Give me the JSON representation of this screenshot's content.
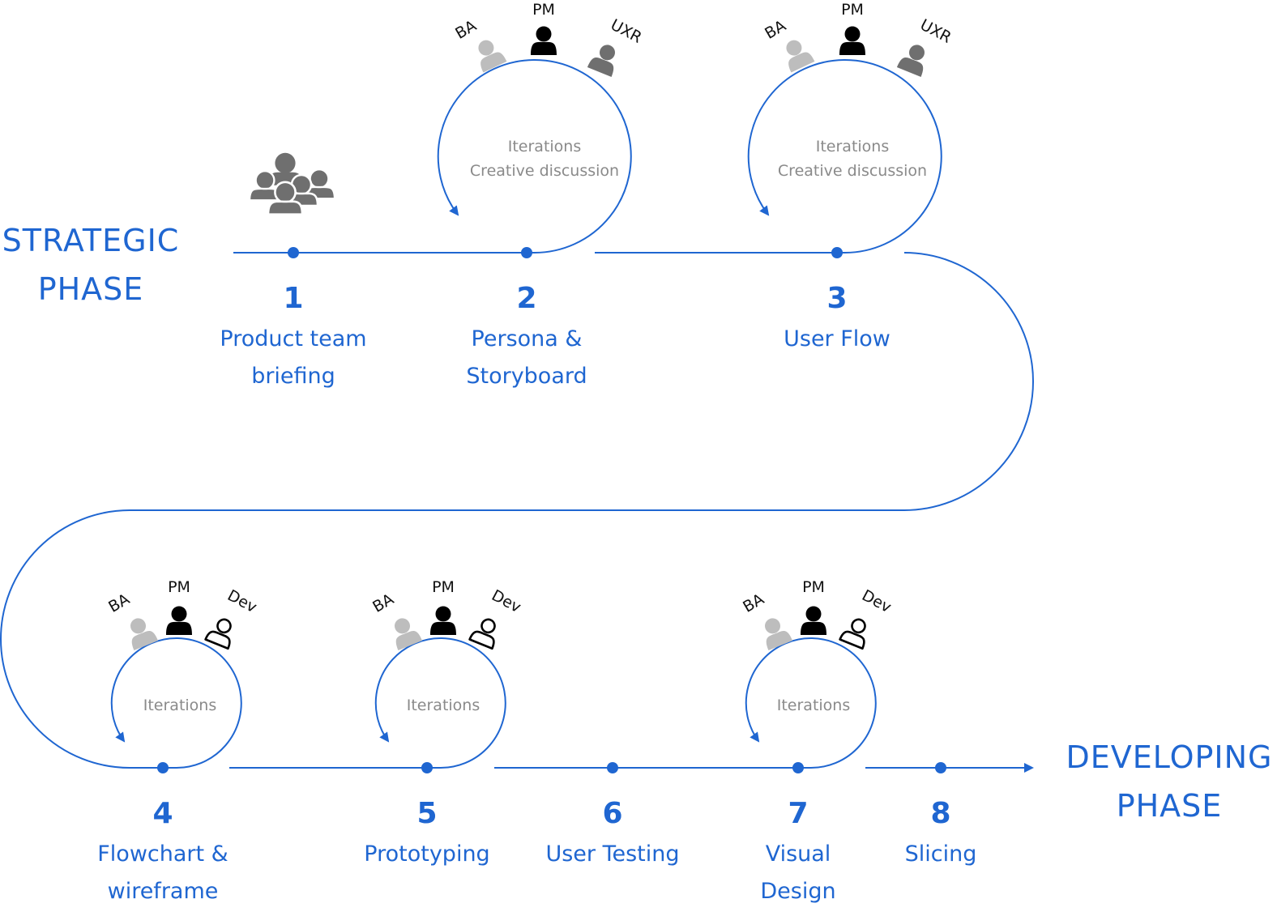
{
  "phases": {
    "strategic": [
      "STRATEGIC",
      "PHASE"
    ],
    "developing": [
      "DEVELOPING",
      "PHASE"
    ]
  },
  "steps": [
    {
      "number": "1",
      "title": [
        "Product team",
        "briefing"
      ]
    },
    {
      "number": "2",
      "title": [
        "Persona &",
        "Storyboard"
      ]
    },
    {
      "number": "3",
      "title": [
        "User Flow"
      ]
    },
    {
      "number": "4",
      "title": [
        "Flowchart &",
        "wireframe"
      ]
    },
    {
      "number": "5",
      "title": [
        "Prototyping"
      ]
    },
    {
      "number": "6",
      "title": [
        "User Testing"
      ]
    },
    {
      "number": "7",
      "title": [
        "Visual",
        "Design"
      ]
    },
    {
      "number": "8",
      "title": [
        "Slicing"
      ]
    }
  ],
  "loops": [
    {
      "step": "2",
      "labels": [
        "Iterations",
        "Creative discussion"
      ],
      "roles": [
        "BA",
        "PM",
        "UXR"
      ]
    },
    {
      "step": "3",
      "labels": [
        "Iterations",
        "Creative discussion"
      ],
      "roles": [
        "BA",
        "PM",
        "UXR"
      ]
    },
    {
      "step": "4",
      "labels": [
        "Iterations"
      ],
      "roles": [
        "BA",
        "PM",
        "Dev"
      ]
    },
    {
      "step": "5",
      "labels": [
        "Iterations"
      ],
      "roles": [
        "BA",
        "PM",
        "Dev"
      ]
    },
    {
      "step": "7",
      "labels": [
        "Iterations"
      ],
      "roles": [
        "BA",
        "PM",
        "Dev"
      ]
    }
  ],
  "icons": {
    "team": "team-group-icon",
    "ba": "person-icon-light-gray",
    "pm": "person-icon-black",
    "uxr": "person-icon-dark-gray",
    "dev": "person-outline-icon"
  },
  "colors": {
    "accent": "#1f66d1",
    "inner_text": "#8a8a8a",
    "ba": "#bdbdbd",
    "pm": "#000000",
    "uxr": "#6f6f6f",
    "team": "#6f6f6f"
  }
}
